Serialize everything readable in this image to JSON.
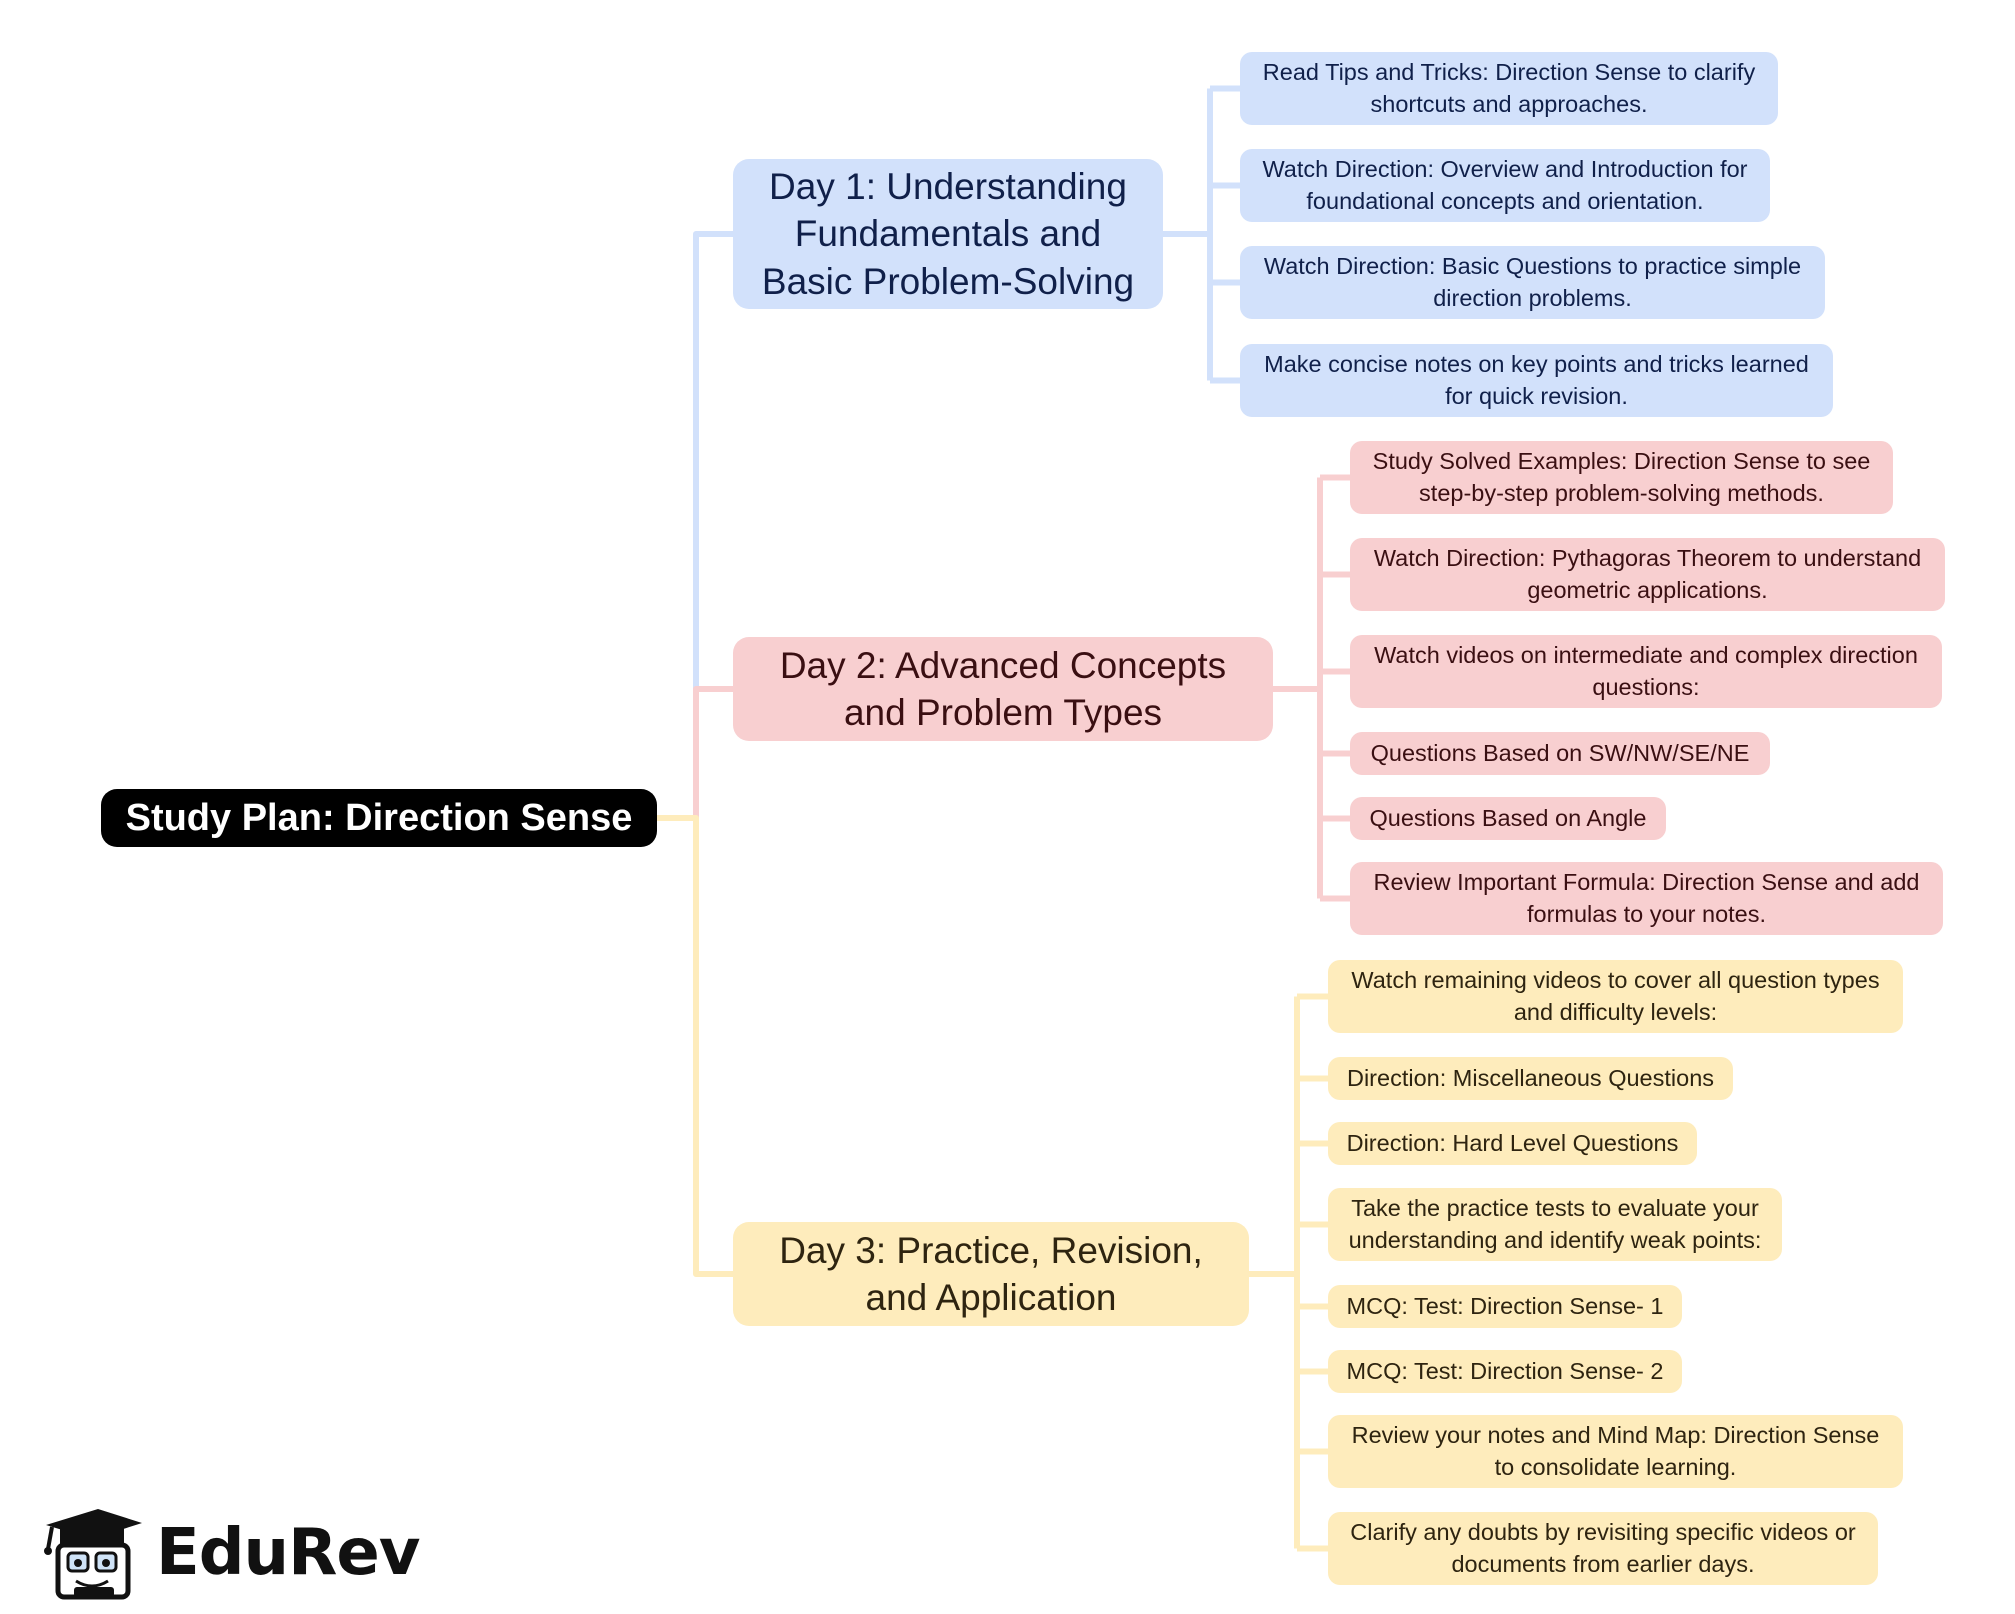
{
  "root": {
    "label": "Study Plan: Direction Sense"
  },
  "days": [
    {
      "title": "Day 1: Understanding Fundamentals and Basic Problem-Solving",
      "color": "#d2e1fb",
      "line_color": "#d2e1fb",
      "items": [
        "Read Tips and Tricks: Direction Sense to clarify shortcuts and approaches.",
        "Watch Direction: Overview and Introduction for foundational concepts and orientation.",
        "Watch Direction: Basic Questions to practice simple direction problems.",
        "Make concise notes on key points and tricks learned for quick revision."
      ]
    },
    {
      "title": "Day 2: Advanced Concepts and Problem Types",
      "color": "#f8cfd0",
      "line_color": "#f8cfd0",
      "items": [
        "Study Solved Examples: Direction Sense to see step-by-step problem-solving methods.",
        "Watch Direction: Pythagoras Theorem to understand geometric applications.",
        "Watch videos on intermediate and complex direction questions:",
        "Questions Based on SW/NW/SE/NE",
        "Questions Based on Angle",
        "Review Important Formula: Direction Sense and add formulas to your notes."
      ]
    },
    {
      "title": "Day 3: Practice, Revision, and Application",
      "color": "#feecbc",
      "line_color": "#feecbc",
      "items": [
        "Watch remaining videos to cover all question types and difficulty levels:",
        "Direction: Miscellaneous Questions",
        "Direction: Hard Level Questions",
        "Take the practice tests to evaluate your understanding and identify weak points:",
        "MCQ: Test: Direction Sense- 1",
        "MCQ: Test: Direction Sense- 2",
        "Review your notes and Mind Map: Direction Sense to consolidate learning.",
        "Clarify any doubts by revisiting specific videos or documents from earlier days."
      ]
    }
  ],
  "logo": {
    "text": "EduRev",
    "icon": "graduation-cap-mascot-icon"
  }
}
